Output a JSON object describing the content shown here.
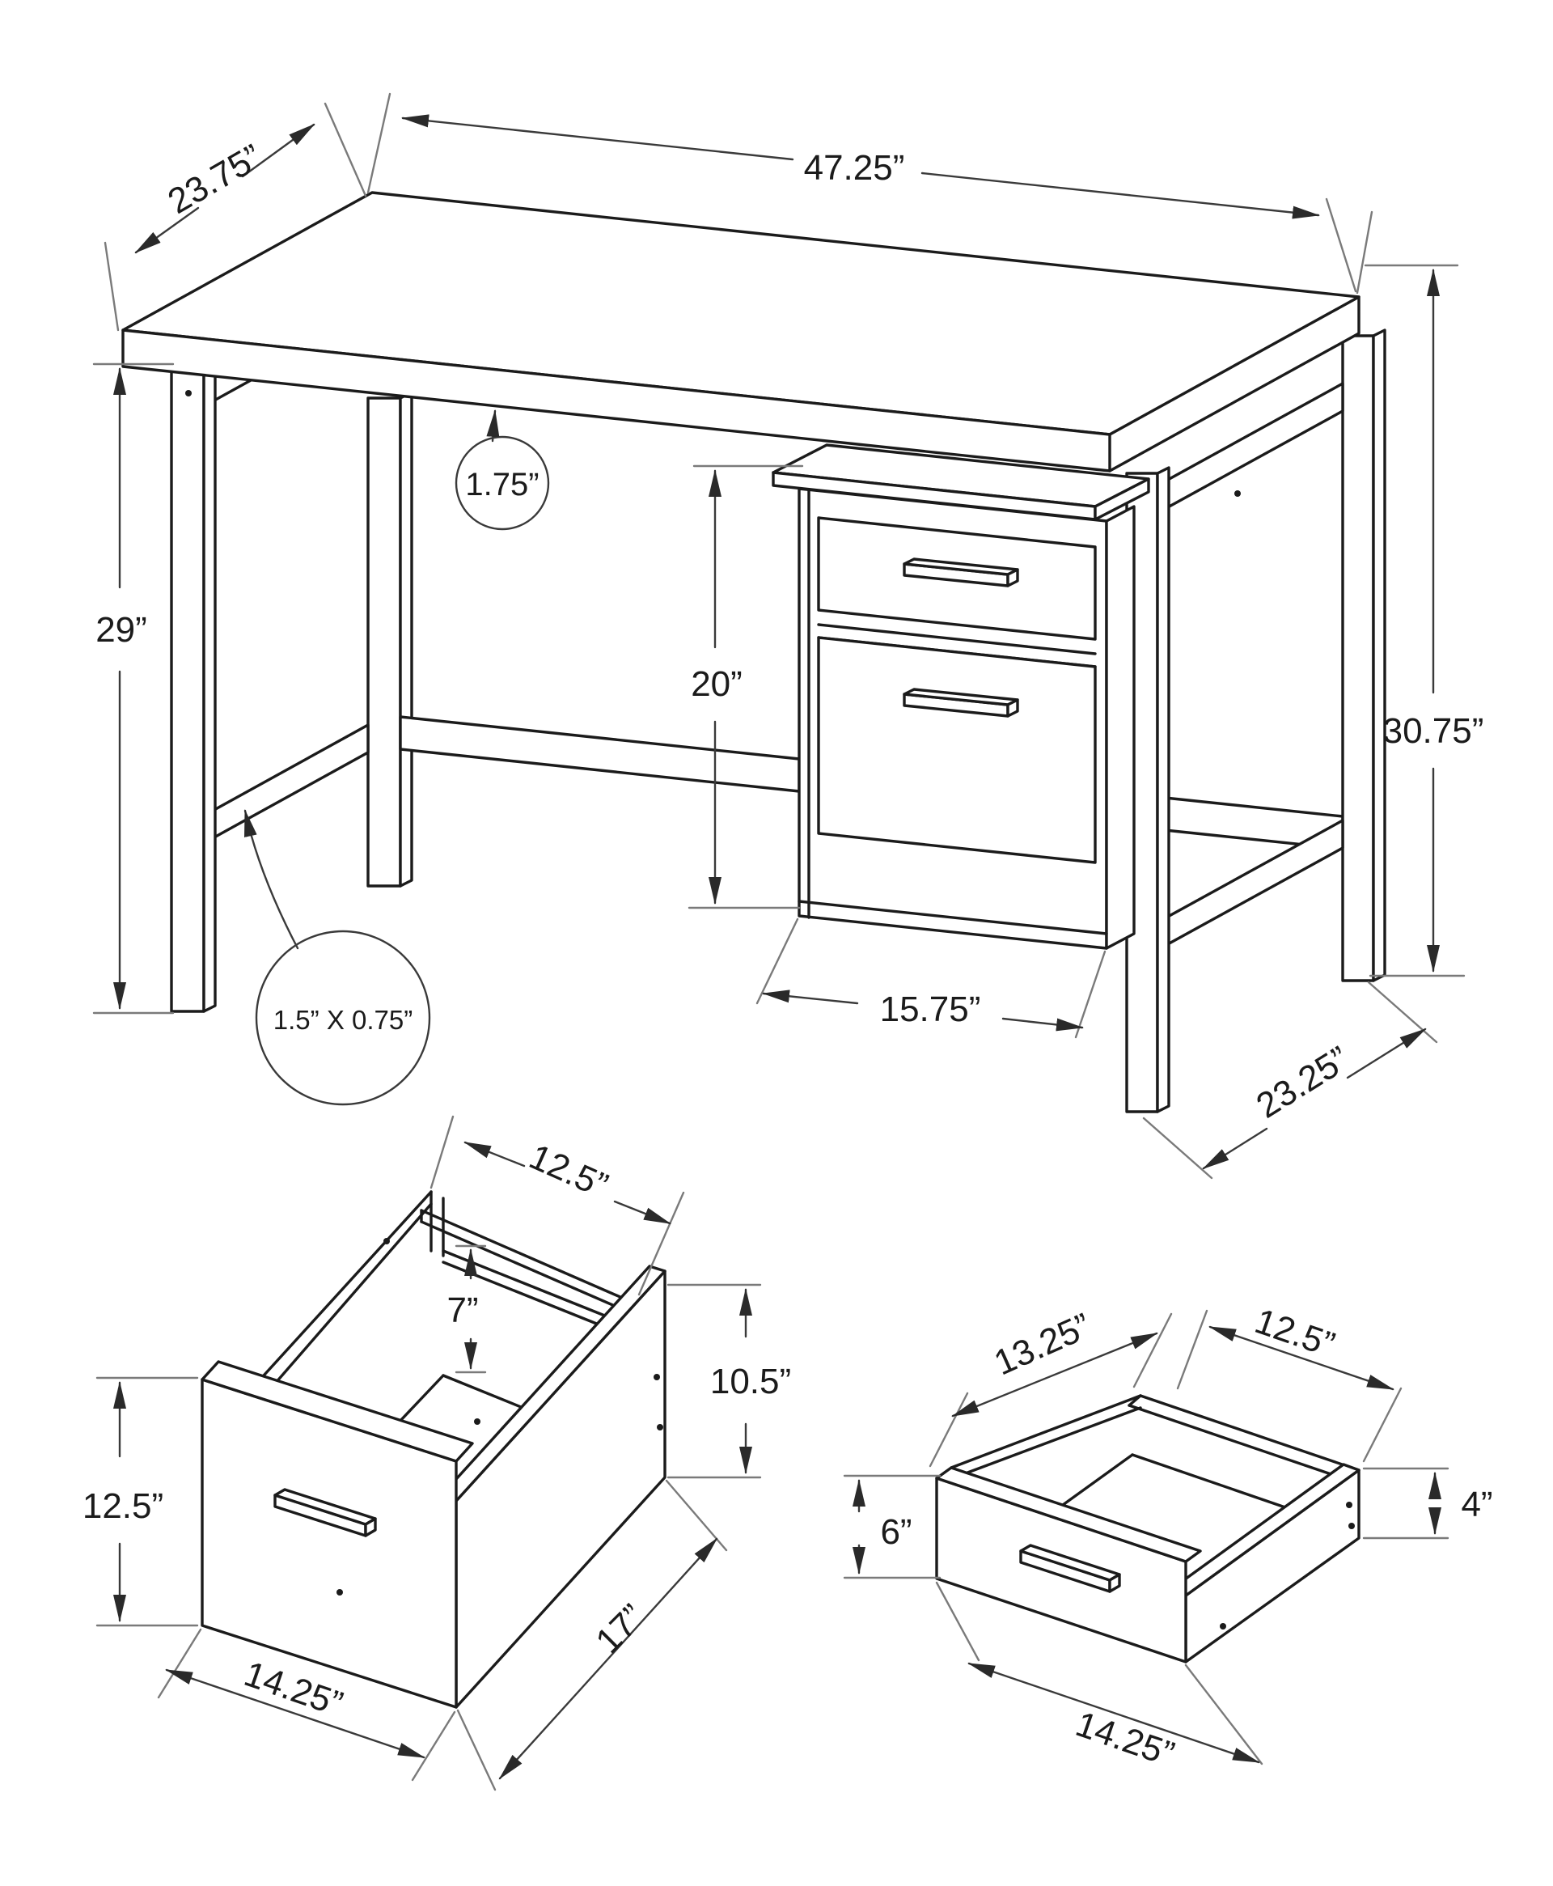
{
  "colors": {
    "ink": "#1b1b1b",
    "dimension_line": "#3a3a3a",
    "tick": "#7a7a7a",
    "paper": "#ffffff"
  },
  "desk": {
    "top_depth": "23.75”",
    "top_width": "47.25”",
    "top_thickness": "1.75”",
    "underside_height": "29”",
    "cabinet_height": "20”",
    "overall_height": "30.75”",
    "cabinet_width": "15.75”",
    "base_depth": "23.25”",
    "frame_tube_size": "1.5” X 0.75”"
  },
  "file_drawer": {
    "inner_width": "12.5”",
    "inner_back_height": "7”",
    "front_height": "12.5”",
    "side_height": "10.5”",
    "side_depth": "17”",
    "front_width": "14.25”"
  },
  "small_drawer": {
    "side_depth": "13.25”",
    "inner_width": "12.5”",
    "front_height": "6”",
    "side_height": "4”",
    "front_width": "14.25”"
  }
}
